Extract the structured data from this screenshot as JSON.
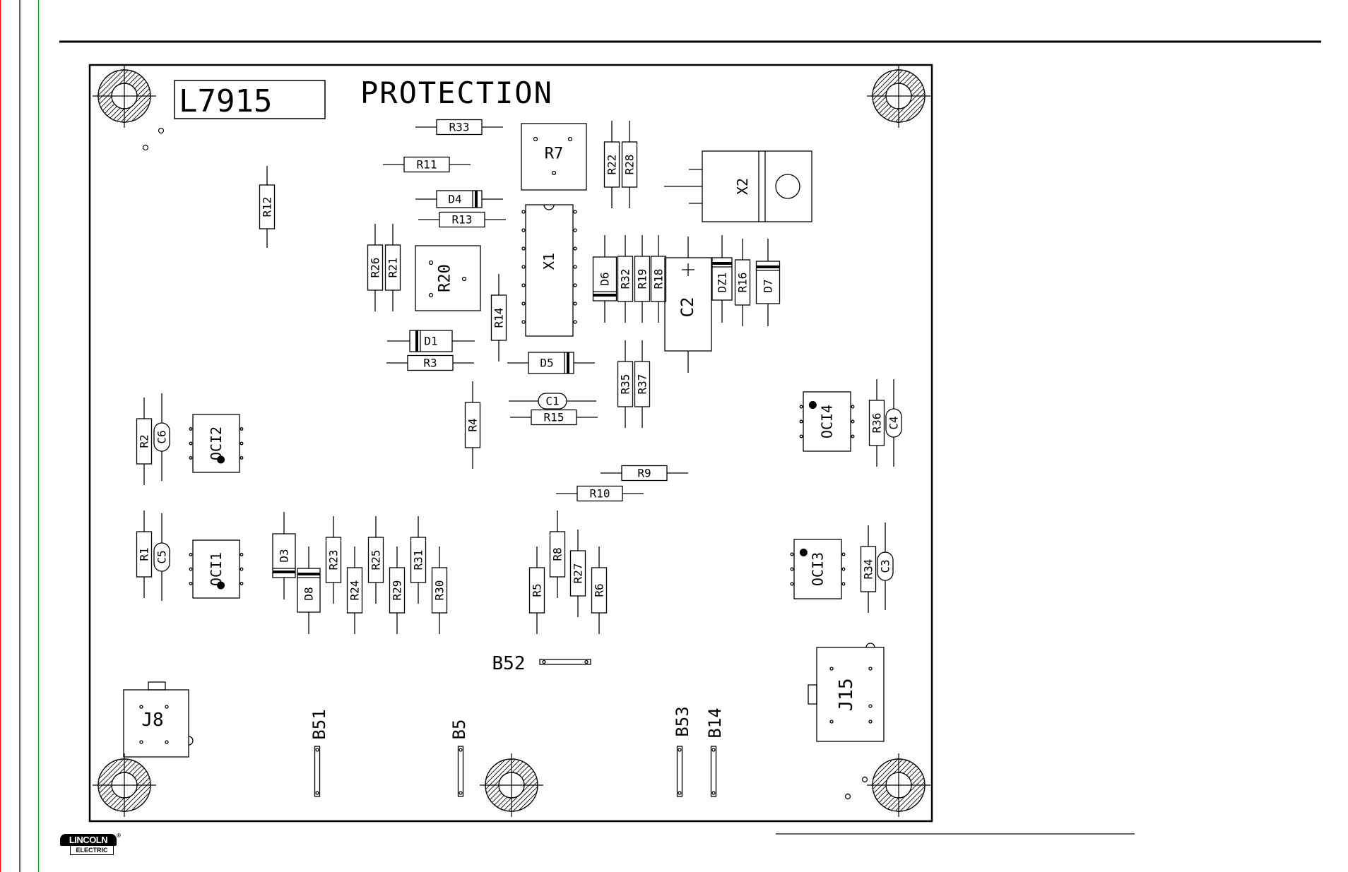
{
  "page": {
    "margin_line_colors": [
      "#ff0000",
      "#00a000"
    ]
  },
  "board": {
    "part_number": "L7915",
    "title": "PROTECTION"
  },
  "components": [
    {
      "ref": "R33"
    },
    {
      "ref": "R11"
    },
    {
      "ref": "R7"
    },
    {
      "ref": "R22"
    },
    {
      "ref": "R28"
    },
    {
      "ref": "X2"
    },
    {
      "ref": "R12"
    },
    {
      "ref": "D4"
    },
    {
      "ref": "R13"
    },
    {
      "ref": "X1"
    },
    {
      "ref": "R26"
    },
    {
      "ref": "R21"
    },
    {
      "ref": "R20"
    },
    {
      "ref": "D6"
    },
    {
      "ref": "R32"
    },
    {
      "ref": "R19"
    },
    {
      "ref": "R18"
    },
    {
      "ref": "C2"
    },
    {
      "ref": "DZ1"
    },
    {
      "ref": "R16"
    },
    {
      "ref": "D7"
    },
    {
      "ref": "R14"
    },
    {
      "ref": "D1"
    },
    {
      "ref": "R3"
    },
    {
      "ref": "D5"
    },
    {
      "ref": "R35"
    },
    {
      "ref": "R37"
    },
    {
      "ref": "C1"
    },
    {
      "ref": "R15"
    },
    {
      "ref": "R4"
    },
    {
      "ref": "R2"
    },
    {
      "ref": "C6"
    },
    {
      "ref": "OCI2"
    },
    {
      "ref": "OCI4"
    },
    {
      "ref": "R36"
    },
    {
      "ref": "C4"
    },
    {
      "ref": "R9"
    },
    {
      "ref": "R10"
    },
    {
      "ref": "R1"
    },
    {
      "ref": "C5"
    },
    {
      "ref": "OCI1"
    },
    {
      "ref": "D3"
    },
    {
      "ref": "D8"
    },
    {
      "ref": "R23"
    },
    {
      "ref": "R24"
    },
    {
      "ref": "R25"
    },
    {
      "ref": "R29"
    },
    {
      "ref": "R31"
    },
    {
      "ref": "R30"
    },
    {
      "ref": "R5"
    },
    {
      "ref": "R8"
    },
    {
      "ref": "R27"
    },
    {
      "ref": "R6"
    },
    {
      "ref": "OCI3"
    },
    {
      "ref": "R34"
    },
    {
      "ref": "C3"
    },
    {
      "ref": "B52"
    },
    {
      "ref": "J8"
    },
    {
      "ref": "B51"
    },
    {
      "ref": "B5"
    },
    {
      "ref": "B53"
    },
    {
      "ref": "B14"
    },
    {
      "ref": "J15"
    }
  ],
  "footer": {
    "logo_top": "LINCOLN",
    "logo_bottom": "ELECTRIC",
    "logo_mark": "®"
  }
}
